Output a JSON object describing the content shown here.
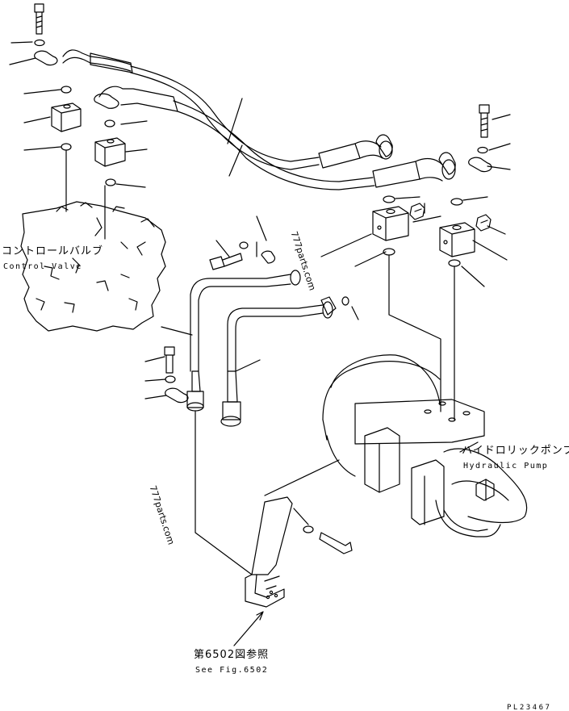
{
  "labels": {
    "control_valve_jp": "コントロールバルブ",
    "control_valve_en": "Control Valve",
    "hydraulic_pump_jp": "ハイドロリックポンプ",
    "hydraulic_pump_en": "Hydraulic Pump",
    "see_fig_jp": "第6502図参照",
    "see_fig_en": "See Fig.6502",
    "drawing_code": "PL23467"
  },
  "watermarks": [
    "777parts.com",
    "777parts.com"
  ]
}
